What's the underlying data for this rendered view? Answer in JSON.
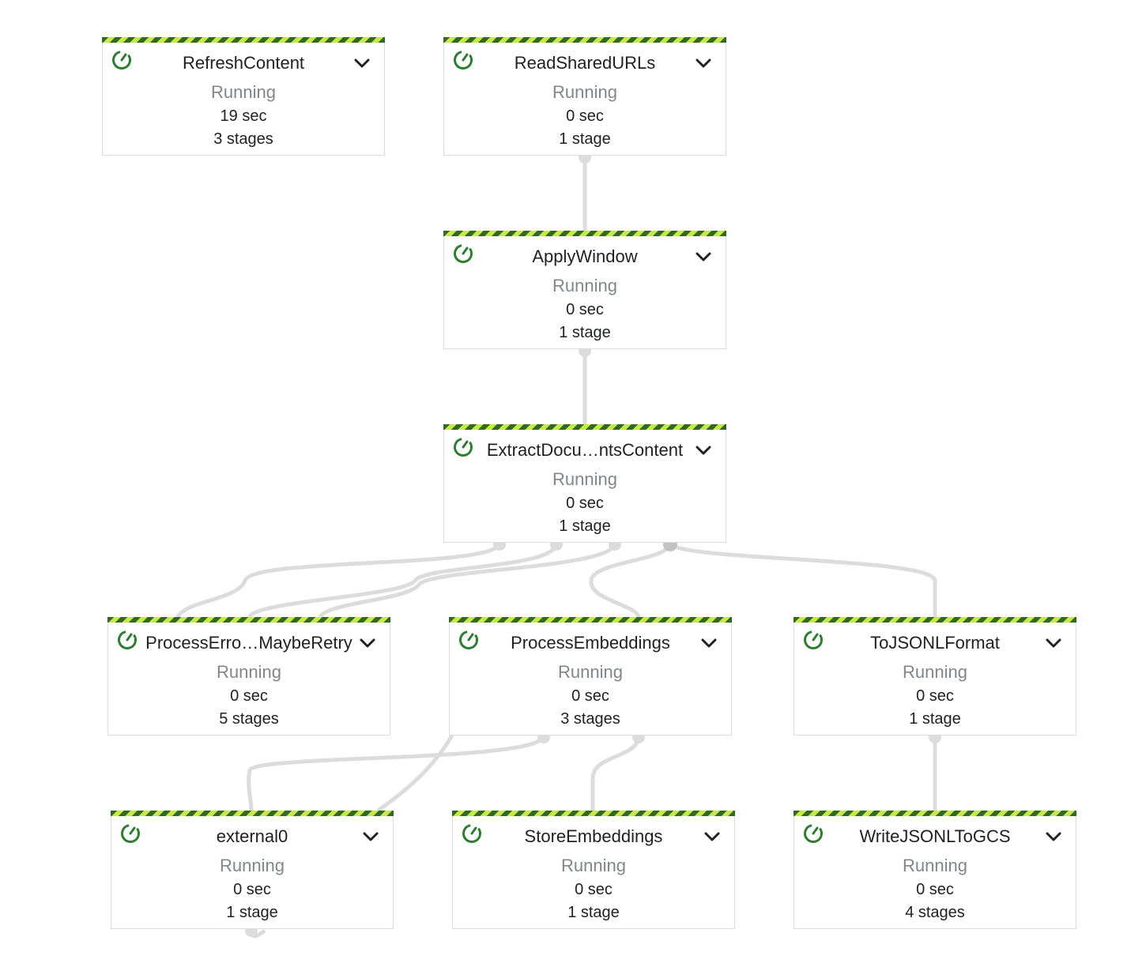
{
  "colors": {
    "stripe_dark": "#33691e",
    "stripe_light": "#c6e84b",
    "status_icon": "#2e7d32",
    "edge": "#dcdcdc",
    "text_primary": "#202124",
    "text_muted": "#80868b"
  },
  "icons": {
    "status": "running-refresh-icon",
    "expand": "chevron-down-icon"
  },
  "nodes": [
    {
      "id": "refresh-content",
      "title": "RefreshContent",
      "state": "Running",
      "duration": "19 sec",
      "stages": "3 stages"
    },
    {
      "id": "read-shared-urls",
      "title": "ReadSharedURLs",
      "state": "Running",
      "duration": "0 sec",
      "stages": "1 stage"
    },
    {
      "id": "apply-window",
      "title": "ApplyWindow",
      "state": "Running",
      "duration": "0 sec",
      "stages": "1 stage"
    },
    {
      "id": "extract-documents-content",
      "title": "ExtractDocu…ntsContent",
      "state": "Running",
      "duration": "0 sec",
      "stages": "1 stage"
    },
    {
      "id": "process-errors-maybe-retry",
      "title": "ProcessErro…MaybeRetry",
      "state": "Running",
      "duration": "0 sec",
      "stages": "5 stages"
    },
    {
      "id": "process-embeddings",
      "title": "ProcessEmbeddings",
      "state": "Running",
      "duration": "0 sec",
      "stages": "3 stages"
    },
    {
      "id": "to-jsonl-format",
      "title": "ToJSONLFormat",
      "state": "Running",
      "duration": "0 sec",
      "stages": "1 stage"
    },
    {
      "id": "external0",
      "title": "external0",
      "state": "Running",
      "duration": "0 sec",
      "stages": "1 stage"
    },
    {
      "id": "store-embeddings",
      "title": "StoreEmbeddings",
      "state": "Running",
      "duration": "0 sec",
      "stages": "1 stage"
    },
    {
      "id": "write-jsonl-to-gcs",
      "title": "WriteJSONLToGCS",
      "state": "Running",
      "duration": "0 sec",
      "stages": "4 stages"
    }
  ],
  "edges": [
    {
      "from": "read-shared-urls",
      "to": "apply-window"
    },
    {
      "from": "apply-window",
      "to": "extract-documents-content"
    },
    {
      "from": "extract-documents-content",
      "to": "process-errors-maybe-retry"
    },
    {
      "from": "extract-documents-content",
      "to": "process-errors-maybe-retry"
    },
    {
      "from": "extract-documents-content",
      "to": "process-errors-maybe-retry"
    },
    {
      "from": "extract-documents-content",
      "to": "process-embeddings"
    },
    {
      "from": "extract-documents-content",
      "to": "to-jsonl-format"
    },
    {
      "from": "process-embeddings",
      "to": "external0"
    },
    {
      "from": "process-embeddings",
      "to": "external0"
    },
    {
      "from": "process-embeddings",
      "to": "store-embeddings"
    },
    {
      "from": "to-jsonl-format",
      "to": "write-jsonl-to-gcs"
    }
  ]
}
